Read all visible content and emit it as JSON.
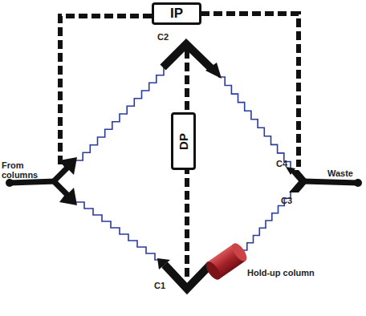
{
  "diagram": {
    "nodes": [
      {
        "text": [
          "IP"
        ]
      },
      {
        "text": [
          "DP"
        ]
      }
    ],
    "labels": [
      "From columns",
      "C2",
      "C4",
      "Waste",
      "C3",
      "C1",
      "Hold-up column"
    ]
  }
}
